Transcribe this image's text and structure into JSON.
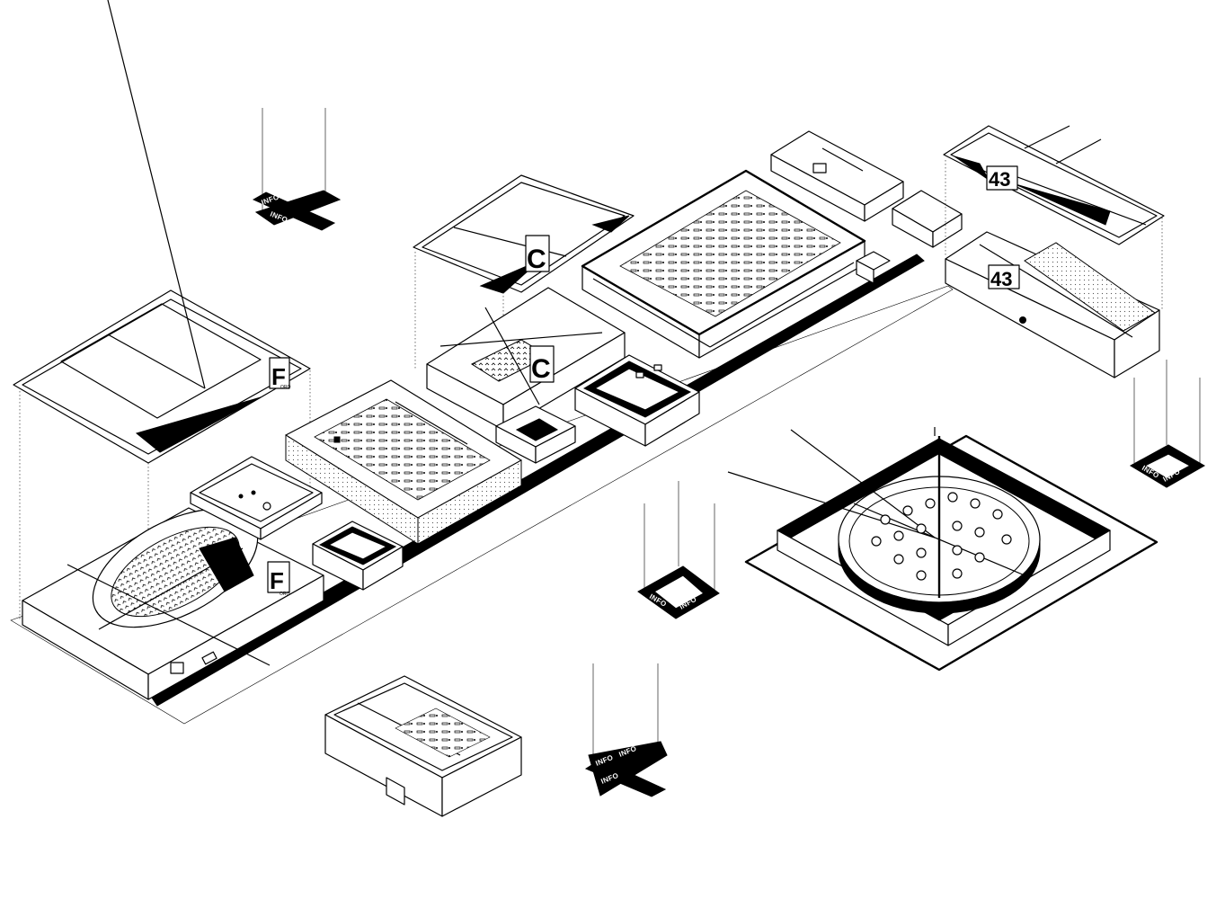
{
  "labels": {
    "f_code": "F",
    "f_sub": "ORO",
    "c_code": "C",
    "num_code": "43",
    "info_word": "INFO"
  }
}
